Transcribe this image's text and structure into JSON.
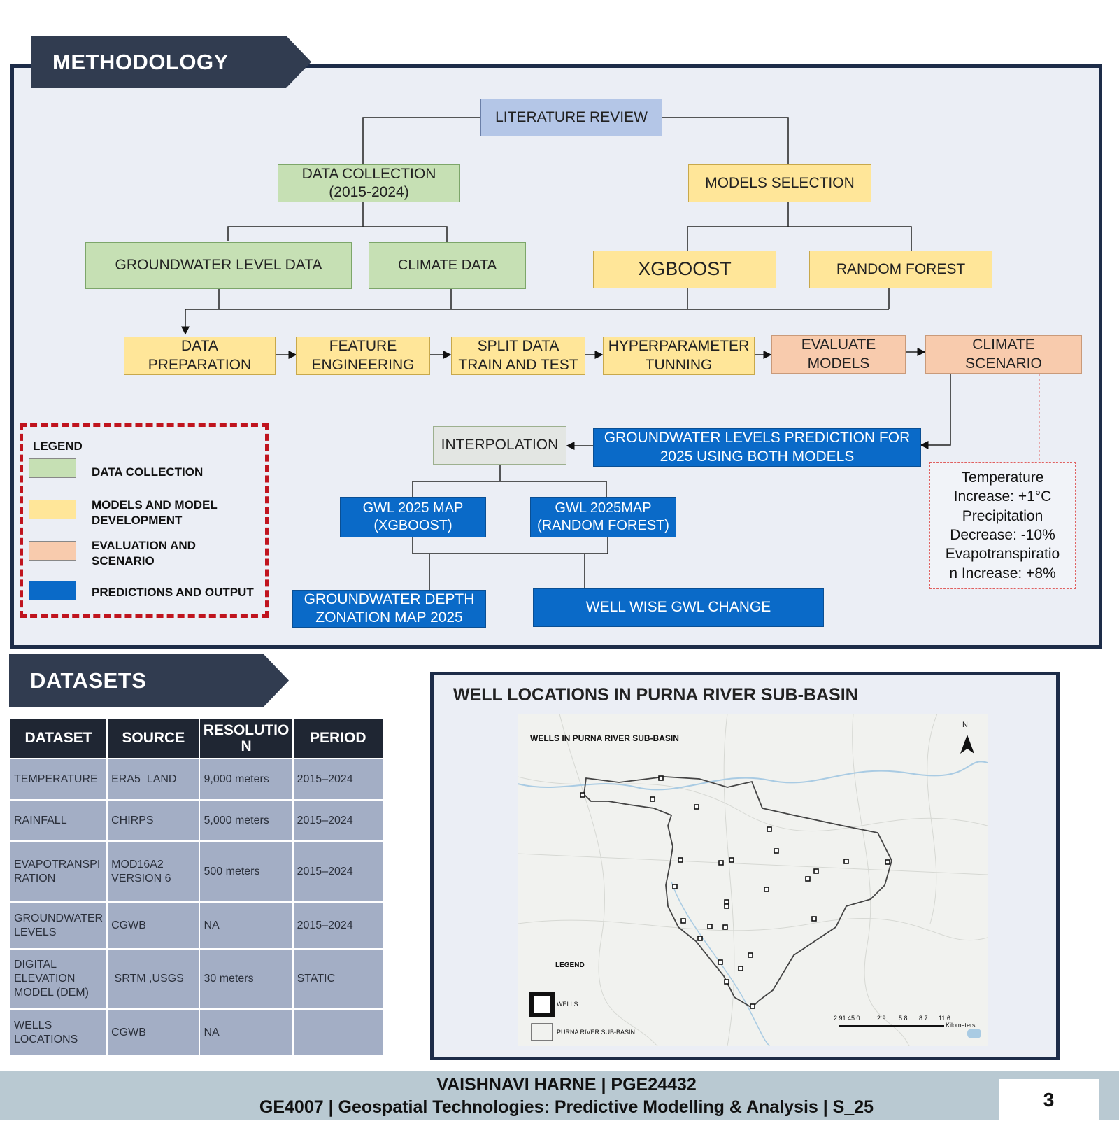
{
  "methodology": {
    "banner_title": "METHODOLOGY",
    "flow": {
      "literature_review": "LITERATURE REVIEW",
      "data_collection": "DATA COLLECTION\n(2015-2024)",
      "models_selection": "MODELS SELECTION",
      "groundwater_level_data": "GROUNDWATER LEVEL DATA",
      "climate_data": "CLIMATE DATA",
      "xgboost": "XGBOOST",
      "random_forest": "RANDOM FOREST",
      "data_preparation": "DATA\nPREPARATION",
      "feature_engineering": "FEATURE\nENGINEERING",
      "split_data": "SPLIT DATA\nTRAIN AND TEST",
      "hyperparameter": "HYPERPARAMETER\nTUNNING",
      "evaluate_models": "EVALUATE\nMODELS",
      "climate_scenario": "CLIMATE\nSCENARIO",
      "interpolation": "INTERPOLATION",
      "gwl_prediction": "GROUNDWATER LEVELS PREDICTION FOR\n2025 USING BOTH MODELS",
      "gwl_map_xgboost": "GWL 2025 MAP\n(XGBOOST)",
      "gwl_map_rf": "GWL 2025MAP\n(RANDOM FOREST)",
      "depth_zonation": "GROUNDWATER DEPTH\nZONATION MAP 2025",
      "well_wise_change": "WELL WISE GWL CHANGE"
    },
    "scenario_text": "Temperature\nIncrease: +1°C\nPrecipitation\nDecrease: -10%\nEvapotranspiratio\nn Increase: +8%",
    "legend": {
      "title": "LEGEND",
      "items": [
        {
          "label": "DATA COLLECTION",
          "color": "#c6e0b4"
        },
        {
          "label": "MODELS AND MODEL\nDEVELOPMENT",
          "color": "#ffe699"
        },
        {
          "label": "EVALUATION AND\nSCENARIO",
          "color": "#f8cbad"
        },
        {
          "label": "PREDICTIONS AND OUTPUT",
          "color": "#0a6ac8"
        }
      ]
    }
  },
  "datasets": {
    "banner_title": "DATASETS",
    "columns": [
      "DATASET",
      "SOURCE",
      "RESOLUTIO\nN",
      "PERIOD"
    ],
    "rows": [
      [
        "TEMPERATURE",
        "ERA5_LAND",
        "9,000 meters",
        "2015–2024"
      ],
      [
        "RAINFALL",
        "CHIRPS",
        "5,000 meters",
        "2015–2024"
      ],
      [
        "EVAPOTRANSPI\nRATION",
        "MOD16A2\nVERSION 6",
        "500 meters",
        "2015–2024"
      ],
      [
        "GROUNDWATER\nLEVELS",
        "CGWB",
        "NA",
        "2015–2024"
      ],
      [
        "DIGITAL\nELEVATION\nMODEL (DEM)",
        " SRTM ,USGS",
        "30 meters",
        "STATIC"
      ],
      [
        "WELLS\nLOCATIONS",
        "CGWB",
        "NA",
        ""
      ]
    ]
  },
  "map": {
    "panel_title": "WELL LOCATIONS IN PURNA RIVER SUB-BASIN",
    "inner_title": "WELLS IN PURNA RIVER SUB-BASIN",
    "north": "N",
    "legend_title": "LEGEND",
    "legend_wells": "WELLS",
    "legend_basin": "PURNA RIVER SUB-BASIN",
    "scale_ticks": [
      "2.91.45 0",
      "2.9",
      "5.8",
      "8.7",
      "11.6"
    ],
    "scale_unit": "Kilometers"
  },
  "footer": {
    "author": "VAISHNAVI HARNE | PGE24432",
    "course": "GE4007 | Geospatial Technologies: Predictive Modelling & Analysis | S_25",
    "page_number": "3"
  }
}
